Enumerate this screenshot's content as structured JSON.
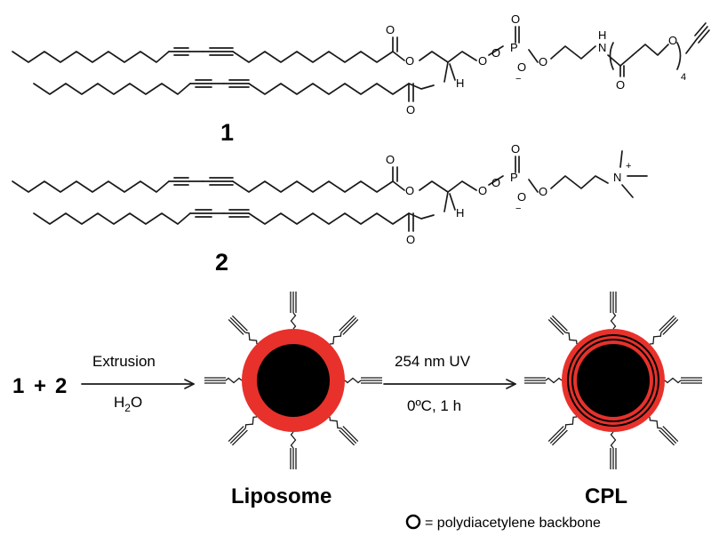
{
  "compounds": {
    "one": {
      "number": "1",
      "carbonyl_o": "O",
      "ester_o1": "O",
      "ester_o2": "O",
      "stereo_h": "H",
      "phos_o": "O",
      "phos_o_link": "O",
      "phosphorus": "P",
      "phos_ominus": "O",
      "phos_o_right": "O",
      "amide_n": "N",
      "amide_h": "H",
      "amide_o": "O",
      "peg_o": "O",
      "peg_repeat": "4",
      "lower_carbonyl_o": "O"
    },
    "two": {
      "number": "2",
      "carbonyl_o": "O",
      "ester_o1": "O",
      "ester_o2": "O",
      "stereo_h": "H",
      "phos_o": "O",
      "phos_o_link": "O",
      "phosphorus": "P",
      "phos_ominus": "O",
      "phos_o_right": "O",
      "ammonium_n": "N",
      "charge_plus": "+",
      "lower_carbonyl_o": "O"
    }
  },
  "reaction": {
    "reactants_1": "1",
    "plus": "+",
    "reactants_2": "2",
    "step1_above": "Extrusion",
    "step1_below_h": "H",
    "step1_below_sub": "2",
    "step1_below_o": "O",
    "step2_above": "254 nm UV",
    "step2_below": "0ºC, 1 h",
    "product1_label": "Liposome",
    "product2_label": "CPL",
    "legend_text": "= polydiacetylene backbone"
  },
  "colors": {
    "bilayer_red": "#e8312b",
    "core_black": "#000000",
    "line": "#1a1a1a"
  }
}
